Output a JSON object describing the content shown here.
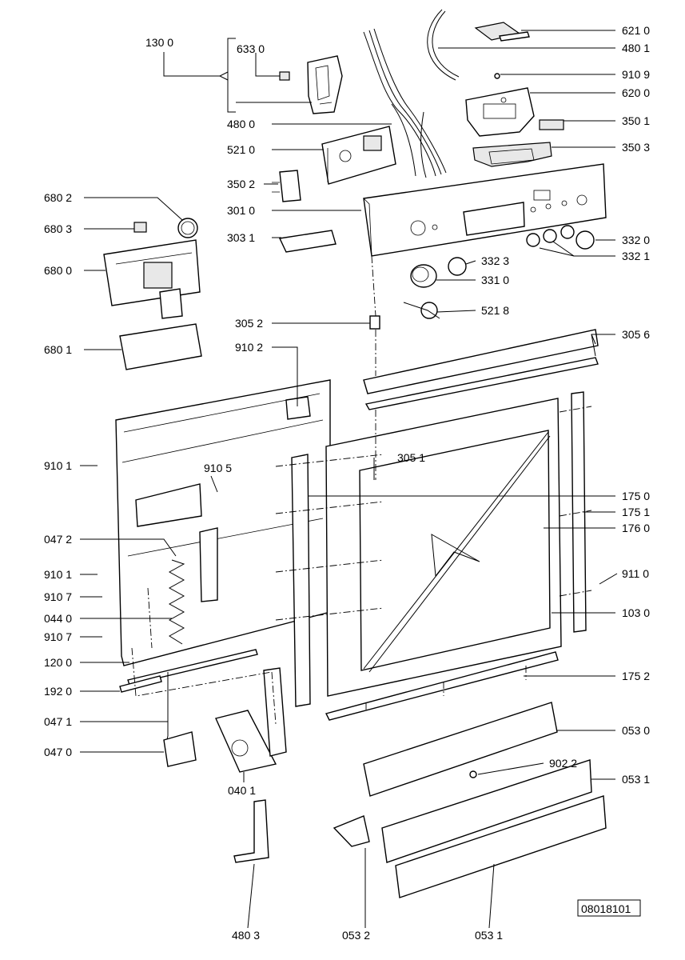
{
  "diagram_code": "08018101",
  "labels": {
    "l_130_0": "130 0",
    "l_633_0": "633 0",
    "l_480_0": "480 0",
    "l_521_0": "521 0",
    "l_350_2": "350 2",
    "l_301_0": "301 0",
    "l_303_1": "303 1",
    "l_680_2": "680 2",
    "l_680_3": "680 3",
    "l_680_0": "680 0",
    "l_680_1": "680 1",
    "l_305_2": "305 2",
    "l_910_2": "910 2",
    "l_910_1a": "910 1",
    "l_910_5": "910 5",
    "l_047_2": "047 2",
    "l_910_1b": "910 1",
    "l_910_7a": "910 7",
    "l_044_0": "044 0",
    "l_910_7b": "910 7",
    "l_120_0": "120 0",
    "l_192_0": "192 0",
    "l_047_1": "047 1",
    "l_047_0": "047 0",
    "l_040_1": "040 1",
    "l_480_3": "480 3",
    "l_053_2": "053 2",
    "l_053_1b": "053 1",
    "l_621_0": "621 0",
    "l_480_1": "480 1",
    "l_910_9": "910 9",
    "l_620_0": "620 0",
    "l_350_1": "350 1",
    "l_350_3": "350 3",
    "l_332_0": "332 0",
    "l_332_1": "332 1",
    "l_332_3": "332 3",
    "l_331_0": "331 0",
    "l_521_8": "521 8",
    "l_305_6": "305 6",
    "l_305_1": "305 1",
    "l_175_0": "175 0",
    "l_175_1": "175 1",
    "l_176_0": "176 0",
    "l_911_0": "911 0",
    "l_103_0": "103 0",
    "l_175_2": "175 2",
    "l_053_0": "053 0",
    "l_902_2": "902 2",
    "l_053_1a": "053 1"
  }
}
